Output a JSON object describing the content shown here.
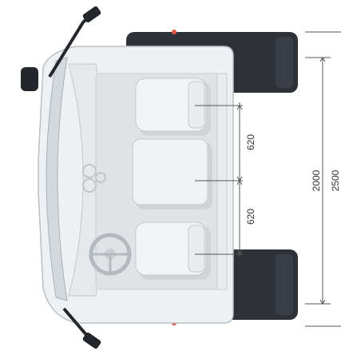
{
  "figure": {
    "subject": "truck-cab-top-view"
  },
  "dimensions": {
    "seat_spacing_upper": "620",
    "seat_spacing_lower": "620",
    "interior_width": "2000",
    "overall_width": "2500"
  },
  "colors": {
    "background": "#ffffff",
    "tire": "#2e3138",
    "cab_body": "#eef1f3",
    "cab_outline": "#b9c0c6",
    "floor": "#dfe3e6",
    "seat": "#f2f3f4",
    "seat_shadow": "#cfd4d8",
    "mirror_arm": "#23262b",
    "dimension_line": "#555555",
    "accent_light": "#e2573d"
  }
}
